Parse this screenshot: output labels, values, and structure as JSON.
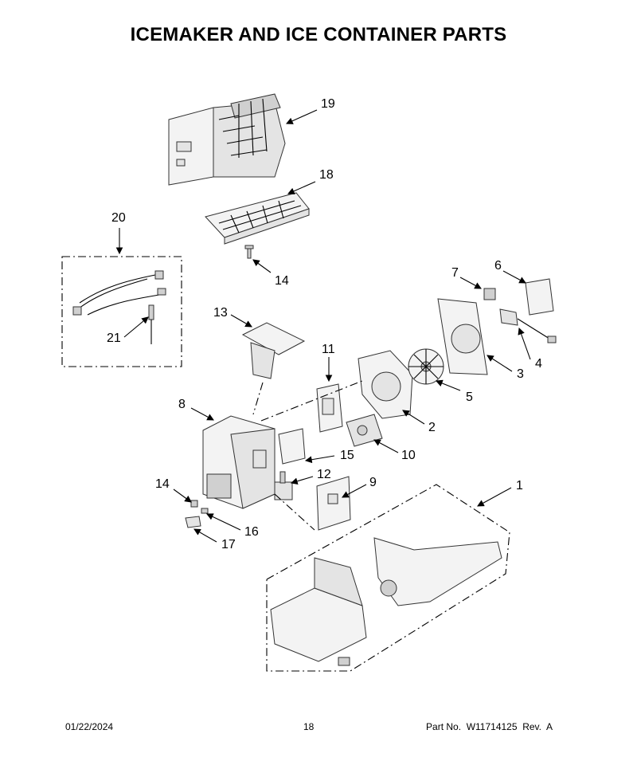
{
  "page": {
    "title": "ICEMAKER AND ICE CONTAINER PARTS",
    "date": "01/22/2024",
    "page_number": "18",
    "part_info": "Part No.  W11714125  Rev.  A"
  },
  "callouts": [
    "1",
    "2",
    "3",
    "4",
    "5",
    "6",
    "7",
    "8",
    "9",
    "10",
    "11",
    "12",
    "13",
    "14",
    "15",
    "16",
    "17",
    "18",
    "19",
    "20",
    "21",
    "14"
  ]
}
